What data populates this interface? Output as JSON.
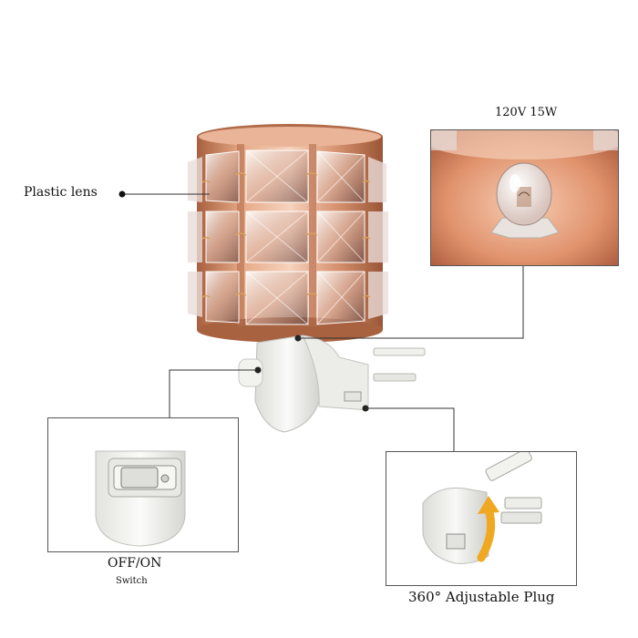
{
  "labels": {
    "lens": "Plastic lens",
    "spec": "120V 15W",
    "switch_title": "OFF/ON",
    "switch_sub": "Switch",
    "plug": "360° Adjustable Plug"
  },
  "colors": {
    "rose_gold": "#c7825f",
    "rose_gold_light": "#f2c4a8",
    "plastic_white": "#f4f4f2",
    "leader_line": "#333333",
    "arrow_amber": "#f0a820"
  }
}
